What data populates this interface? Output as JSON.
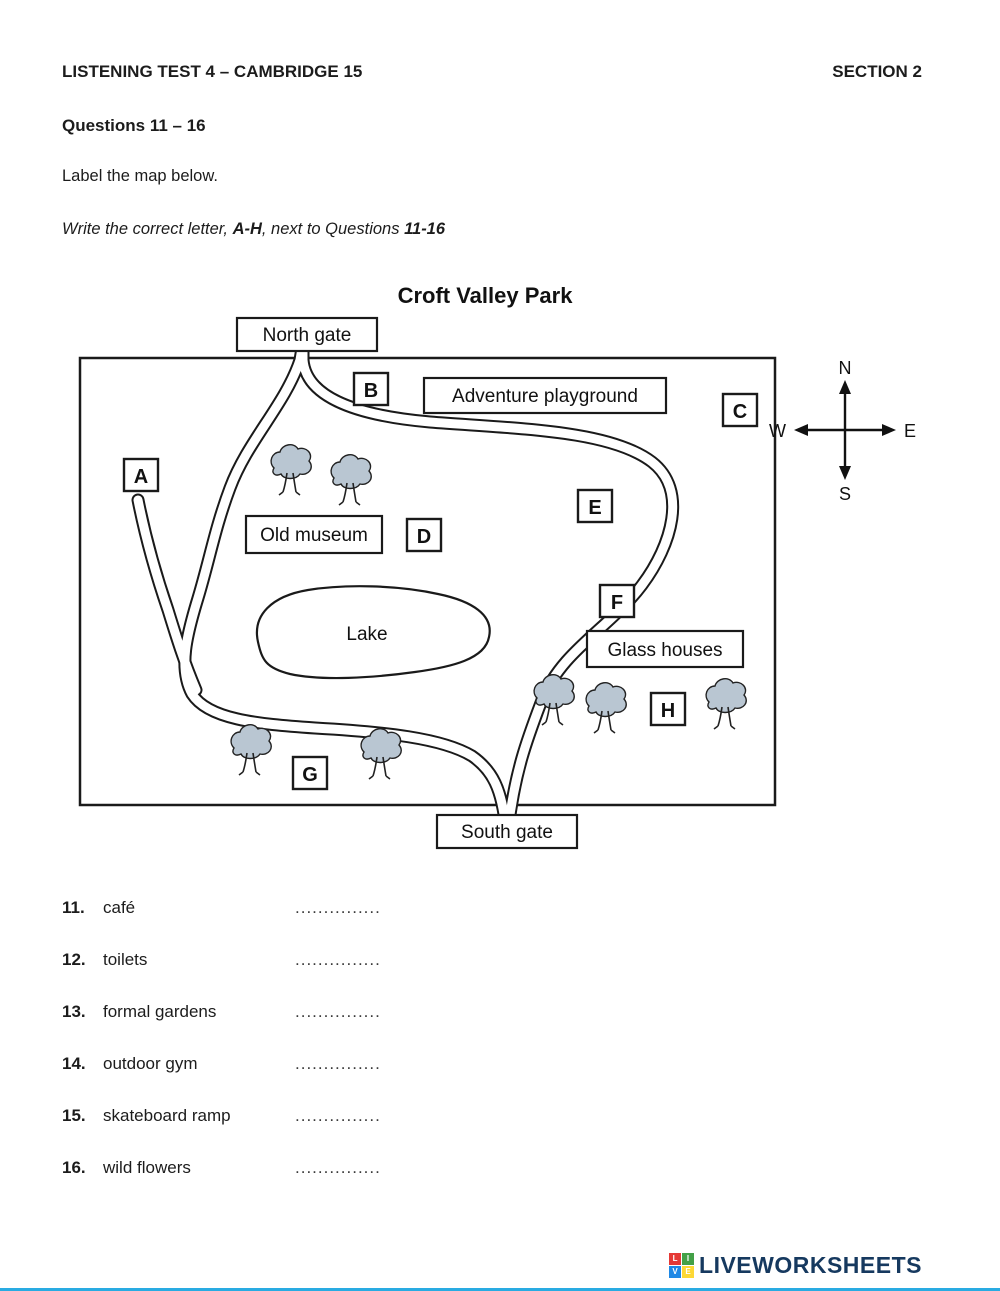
{
  "header": {
    "title": "LISTENING TEST 4 – CAMBRIDGE 15",
    "section": "SECTION 2"
  },
  "intro": {
    "questions_range": "Questions 11 – 16",
    "task": "Label the map below.",
    "write_p1": "Write the correct letter, ",
    "write_b1": "A-H",
    "write_p2": ", next to Questions ",
    "write_b2": "11-16"
  },
  "map": {
    "title": "Croft Valley Park",
    "gates": {
      "north": "North gate",
      "south": "South gate"
    },
    "places": {
      "adventure_playground": "Adventure playground",
      "old_museum": "Old museum",
      "glass_houses": "Glass houses",
      "lake": "Lake"
    },
    "markers": {
      "a": "A",
      "b": "B",
      "c": "C",
      "d": "D",
      "e": "E",
      "f": "F",
      "g": "G",
      "h": "H"
    },
    "compass": {
      "n": "N",
      "s": "S",
      "e": "E",
      "w": "W"
    }
  },
  "questions": [
    {
      "num": "11.",
      "label": "café",
      "dots": "..............."
    },
    {
      "num": "12.",
      "label": "toilets",
      "dots": "..............."
    },
    {
      "num": "13.",
      "label": "formal gardens",
      "dots": "..............."
    },
    {
      "num": "14.",
      "label": "outdoor gym",
      "dots": "..............."
    },
    {
      "num": "15.",
      "label": "skateboard ramp",
      "dots": "..............."
    },
    {
      "num": "16.",
      "label": "wild flowers",
      "dots": "..............."
    }
  ],
  "footer": {
    "brand": "LIVEWORKSHEETS",
    "logo_letters": [
      "L",
      "I",
      "V",
      "E"
    ]
  }
}
